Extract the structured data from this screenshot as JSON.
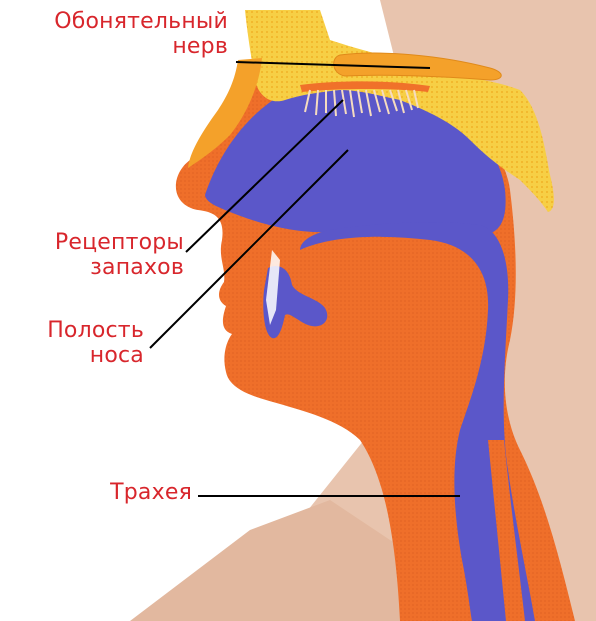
{
  "labels": {
    "nerve": [
      "Обонятельный",
      "нерв"
    ],
    "receptors": [
      "Рецепторы",
      "запахов"
    ],
    "cavity": [
      "Полость",
      "носа"
    ],
    "trachea": [
      "Трахея"
    ]
  },
  "colors": {
    "skin": "#f0712a",
    "cavity": "#5b57c9",
    "bone": "#f6c93a",
    "background_skin": "#e8c2ac",
    "label": "#d8262c"
  }
}
